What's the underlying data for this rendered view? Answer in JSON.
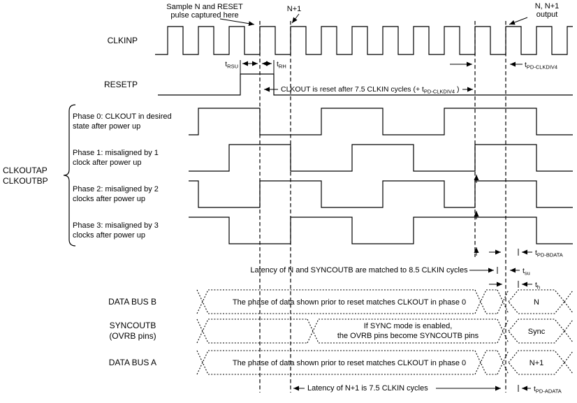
{
  "diagram": {
    "annotations": {
      "sample_note_line1": "Sample N and RESET",
      "sample_note_line2": "pulse captured here",
      "n_plus_1": "N+1",
      "output_note_line1": "N, N+1",
      "output_note_line2": "output",
      "reset_span_pre": "CLKOUT is reset after 7.5 CLKIN cycles (+ t",
      "reset_span_sub": "PD-CLKDIV4",
      "reset_span_post": " )",
      "latency_b": "Latency of N and SYNCOUTB are matched to 8.5 CLKIN cycles",
      "latency_a": "Latency of N+1 is 7.5 CLKIN cycles"
    },
    "timing_labels": {
      "t_rsu": {
        "base": "t",
        "sub": "RSU"
      },
      "t_rh": {
        "base": "t",
        "sub": "RH"
      },
      "t_pd_clkdiv4": {
        "base": "t",
        "sub": "PD-CLKDIV4"
      },
      "t_pd_bdata": {
        "base": "t",
        "sub": "PD-BDATA"
      },
      "t_su": {
        "base": "t",
        "sub": "su"
      },
      "t_h": {
        "base": "t",
        "sub": "h"
      },
      "t_pd_adata": {
        "base": "t",
        "sub": "PD-ADATA"
      }
    },
    "signals": {
      "clkinp": "CLKINP",
      "resetp": "RESETP",
      "clkout_group_line1": "CLKOUTAP",
      "clkout_group_line2": "CLKOUTBP",
      "data_bus_b": "DATA BUS B",
      "syncoutb_line1": "SYNCOUTB",
      "syncoutb_line2": "(OVRB pins)",
      "data_bus_a": "DATA BUS A"
    },
    "phases": [
      {
        "line1": "Phase 0: CLKOUT in desired",
        "line2": "state after power up"
      },
      {
        "line1": "Phase 1: misaligned by 1",
        "line2": "clock after power up"
      },
      {
        "line1": "Phase 2: misaligned by 2",
        "line2": "clocks after power up"
      },
      {
        "line1": "Phase 3: misaligned by 3",
        "line2": "clocks after power up"
      }
    ],
    "bus_texts": {
      "bus_b_note": "The phase of data shown prior to reset matches CLKOUT in phase 0",
      "sync_note_line1": "If SYNC mode is enabled,",
      "sync_note_line2": "the OVRB pins become SYNCOUTB pins",
      "bus_a_note": "The phase of data shown prior to reset matches CLKOUT in phase 0",
      "bus_b_value": "N",
      "sync_value": "Sync",
      "bus_a_value": "N+1"
    },
    "colors": {
      "line": "#000000",
      "background": "#ffffff"
    }
  }
}
